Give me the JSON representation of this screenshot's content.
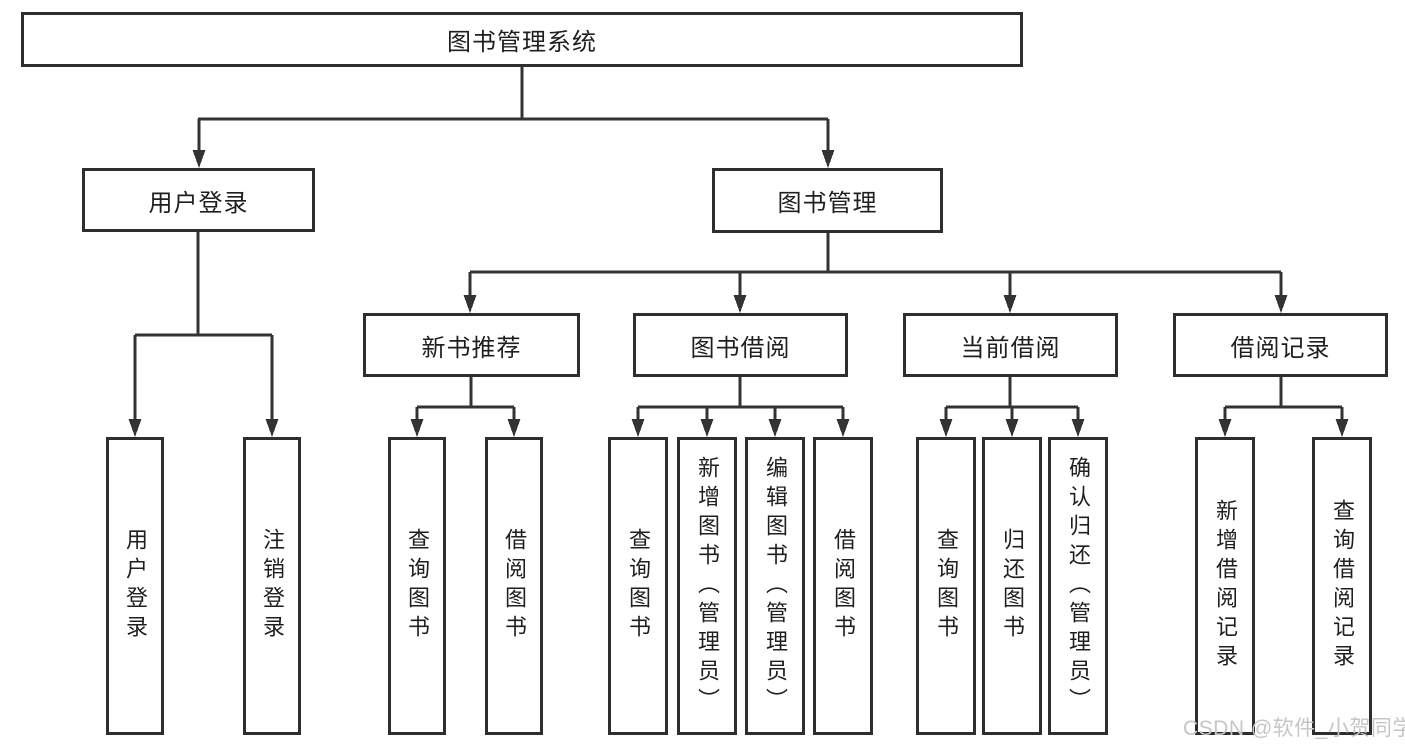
{
  "diagram_type": "hierarchical function structure chart",
  "tree": {
    "root": {
      "label": "图书管理系统",
      "children": [
        {
          "label": "用户登录",
          "children": [
            {
              "label": "用户登录"
            },
            {
              "label": "注销登录"
            }
          ]
        },
        {
          "label": "图书管理",
          "children": [
            {
              "label": "新书推荐",
              "children": [
                {
                  "label": "查询图书"
                },
                {
                  "label": "借阅图书"
                }
              ]
            },
            {
              "label": "图书借阅",
              "children": [
                {
                  "label": "查询图书"
                },
                {
                  "label": "新增图书（管理员）"
                },
                {
                  "label": "编辑图书（管理员）"
                },
                {
                  "label": "借阅图书"
                }
              ]
            },
            {
              "label": "当前借阅",
              "children": [
                {
                  "label": "查询图书"
                },
                {
                  "label": "归还图书"
                },
                {
                  "label": "确认归还（管理员）"
                }
              ]
            },
            {
              "label": "借阅记录",
              "children": [
                {
                  "label": "新增借阅记录"
                },
                {
                  "label": "查询借阅记录"
                }
              ]
            }
          ]
        }
      ]
    }
  },
  "watermark": {
    "text": "CSDN @软件_小贺同学"
  },
  "colors": {
    "line": "#333333",
    "box_border": "#2e2e2e",
    "text": "#1f1f1f",
    "background": "#ffffff",
    "watermark": "#c6c6c6"
  }
}
